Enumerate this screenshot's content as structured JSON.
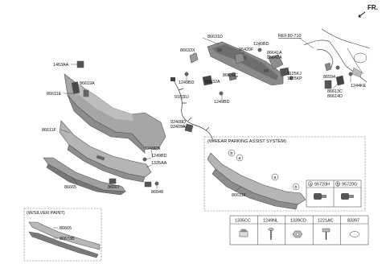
{
  "direction_label": "FR.",
  "callouts": {
    "p86631D": "86631D",
    "p1249BD_top": "1249BD",
    "p86633X": "86633X",
    "p95420F": "95420F",
    "p86641A": "86641A",
    "p86642A": "86642A",
    "p1125KJ": "1125KJ",
    "p1125KP": "1125KP",
    "p86636C": "86636C",
    "p86632A": "86632A",
    "p1249BD_mid": "1249BD",
    "p1249BD_low": "1249BD",
    "p1463AA": "1463AA",
    "p86619A": "86619A",
    "p86611E": "86611E",
    "p91870J": "91870J",
    "p92408D": "92408D",
    "p92409A": "92409A",
    "p86611F": "86611F",
    "p1249PN": "1249PN",
    "p1249BD_b": "1249BD",
    "p1335AA": "1335AA",
    "p86665": "86665",
    "p86667": "86667",
    "p86848": "86848",
    "p86594": "86594",
    "p86613C": "86613C",
    "p86614D": "86614D",
    "p1244KE": "1244KE",
    "ref": "REF.80-710",
    "silver_86665": "86665",
    "silver_86673B": "86673B",
    "pas_86611F": "86611F"
  },
  "silver_box": {
    "title": "(W/SILVER PAINT)"
  },
  "parking_box": {
    "title": "(W/REAR PARKING ASSIST SYSTEM)",
    "marker_a": "a",
    "marker_b": "b",
    "legend": [
      {
        "marker": "a",
        "code": "95720H"
      },
      {
        "marker": "b",
        "code": "95720G"
      }
    ]
  },
  "fastener_table": {
    "codes": [
      "1335CC",
      "1249NL",
      "1339CD",
      "1221AC",
      "83397"
    ],
    "icons": [
      "clip-fastener-icon",
      "screw-icon",
      "nut-icon",
      "bolt-icon",
      "plug-icon"
    ]
  },
  "colors": {
    "bumper_cover": "#a6a6a6",
    "bumper_lower": "#b8b8b8",
    "dark_part": "#4a4a4a",
    "line": "#333333"
  }
}
